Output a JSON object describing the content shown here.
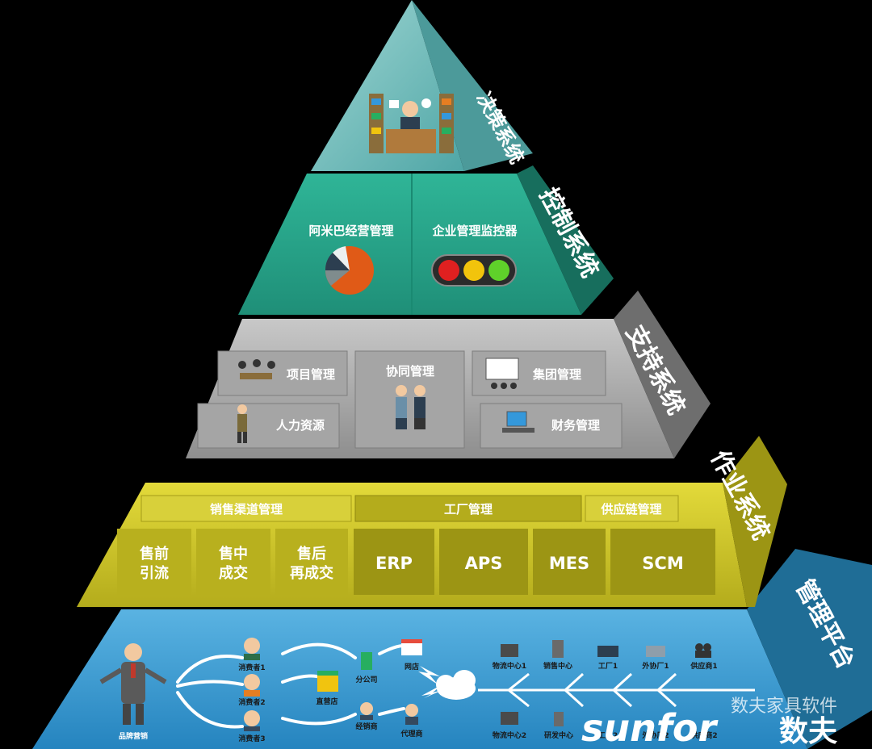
{
  "tiers": {
    "decision": {
      "side_label": "决策系统"
    },
    "control": {
      "side_label": "控制系统",
      "items": [
        {
          "label": "阿米巴经营管理",
          "icon": "pie-chart-icon"
        },
        {
          "label": "企业管理监控器",
          "icon": "traffic-light-icon"
        }
      ]
    },
    "support": {
      "side_label": "支持系统",
      "items": [
        {
          "label": "项目管理",
          "icon": "meeting-icon"
        },
        {
          "label": "协同管理",
          "icon": "handshake-icon"
        },
        {
          "label": "集团管理",
          "icon": "presentation-icon"
        },
        {
          "label": "人力资源",
          "icon": "person-icon"
        },
        {
          "label": "财务管理",
          "icon": "desk-computer-icon"
        }
      ]
    },
    "operation": {
      "side_label": "作业系统",
      "groups": [
        {
          "label": "销售渠道管理"
        },
        {
          "label": "工厂管理"
        },
        {
          "label": "供应链管理"
        }
      ],
      "cells": [
        {
          "line1": "售前",
          "line2": "引流"
        },
        {
          "line1": "售中",
          "line2": "成交"
        },
        {
          "line1": "售后",
          "line2": "再成交"
        },
        {
          "label": "ERP"
        },
        {
          "label": "APS"
        },
        {
          "label": "MES"
        },
        {
          "label": "SCM"
        }
      ]
    },
    "platform": {
      "side_label": "管理平台",
      "brand": "品牌营销",
      "consumers": [
        "消费者1",
        "消费者2",
        "消费者3"
      ],
      "channels": [
        "分公司",
        "直营店",
        "经销商"
      ],
      "outlets": [
        "网店",
        "代理商"
      ],
      "top_nodes": [
        "物流中心1",
        "销售中心",
        "工厂1",
        "外协厂1",
        "供应商1"
      ],
      "bottom_nodes": [
        "物流中心2",
        "研发中心",
        "工厂2",
        "外协厂2",
        "供应商2"
      ]
    }
  },
  "watermark": {
    "caption": "数夫家具软件",
    "logo_text": "sunfor",
    "logo_cn": "数夫"
  },
  "colors": {
    "decision": "#7cc0bf",
    "control": "#2aa88f",
    "support": "#9b9b9b",
    "operation": "#c8c02a",
    "platform": "#3a9bd0"
  }
}
